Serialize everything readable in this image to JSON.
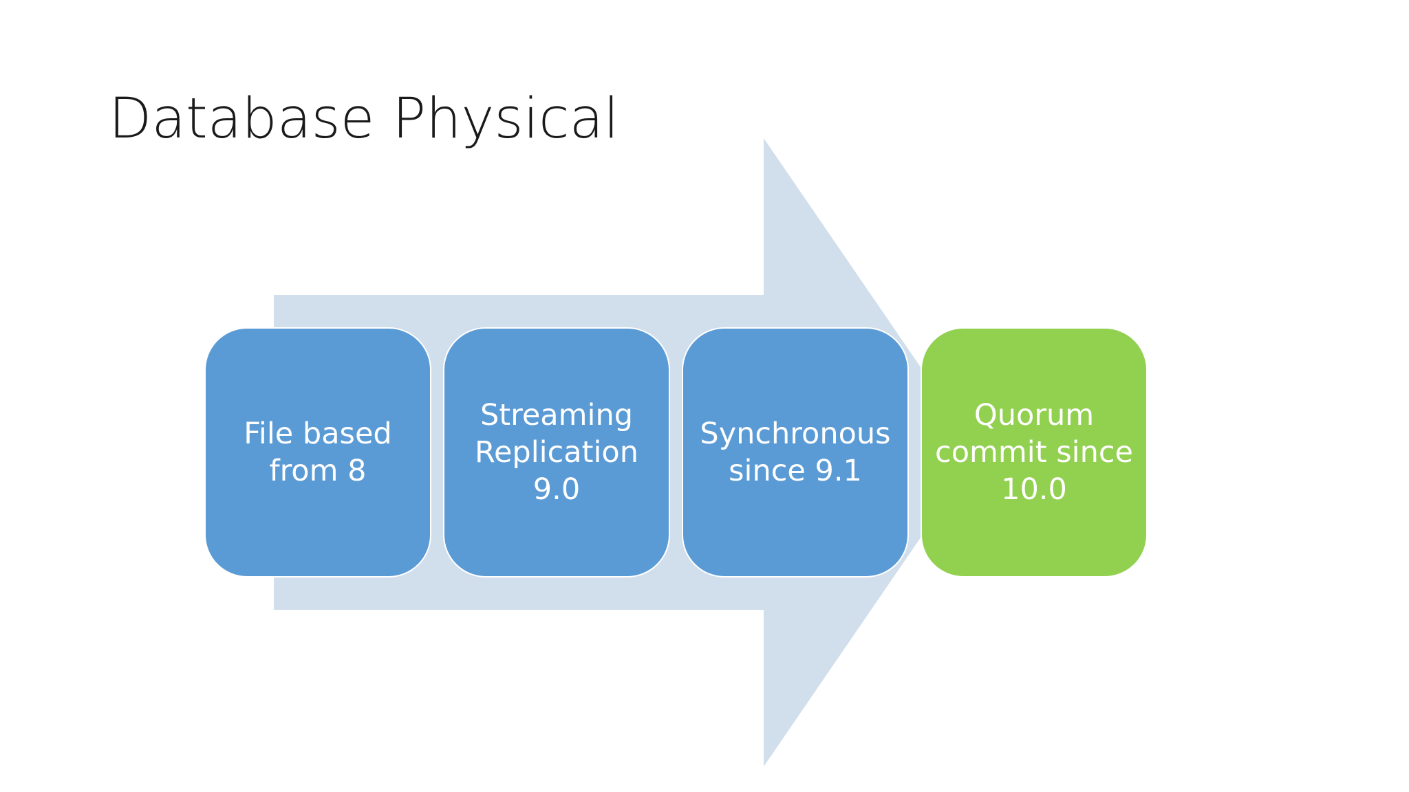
{
  "slide": {
    "title": "Database Physical"
  },
  "colors": {
    "arrow_fill": "#d1deec",
    "step_blue": "#5b9bd5",
    "step_green": "#92d050",
    "text": "#ffffff"
  },
  "steps": [
    {
      "lines": [
        "File based",
        "from 8"
      ],
      "color": "blue"
    },
    {
      "lines": [
        "Streaming",
        "Replication",
        "9.0"
      ],
      "color": "blue"
    },
    {
      "lines": [
        "Synchronous",
        "since 9.1"
      ],
      "color": "blue"
    },
    {
      "lines": [
        "Quorum",
        "commit since",
        "10.0"
      ],
      "color": "green"
    }
  ]
}
